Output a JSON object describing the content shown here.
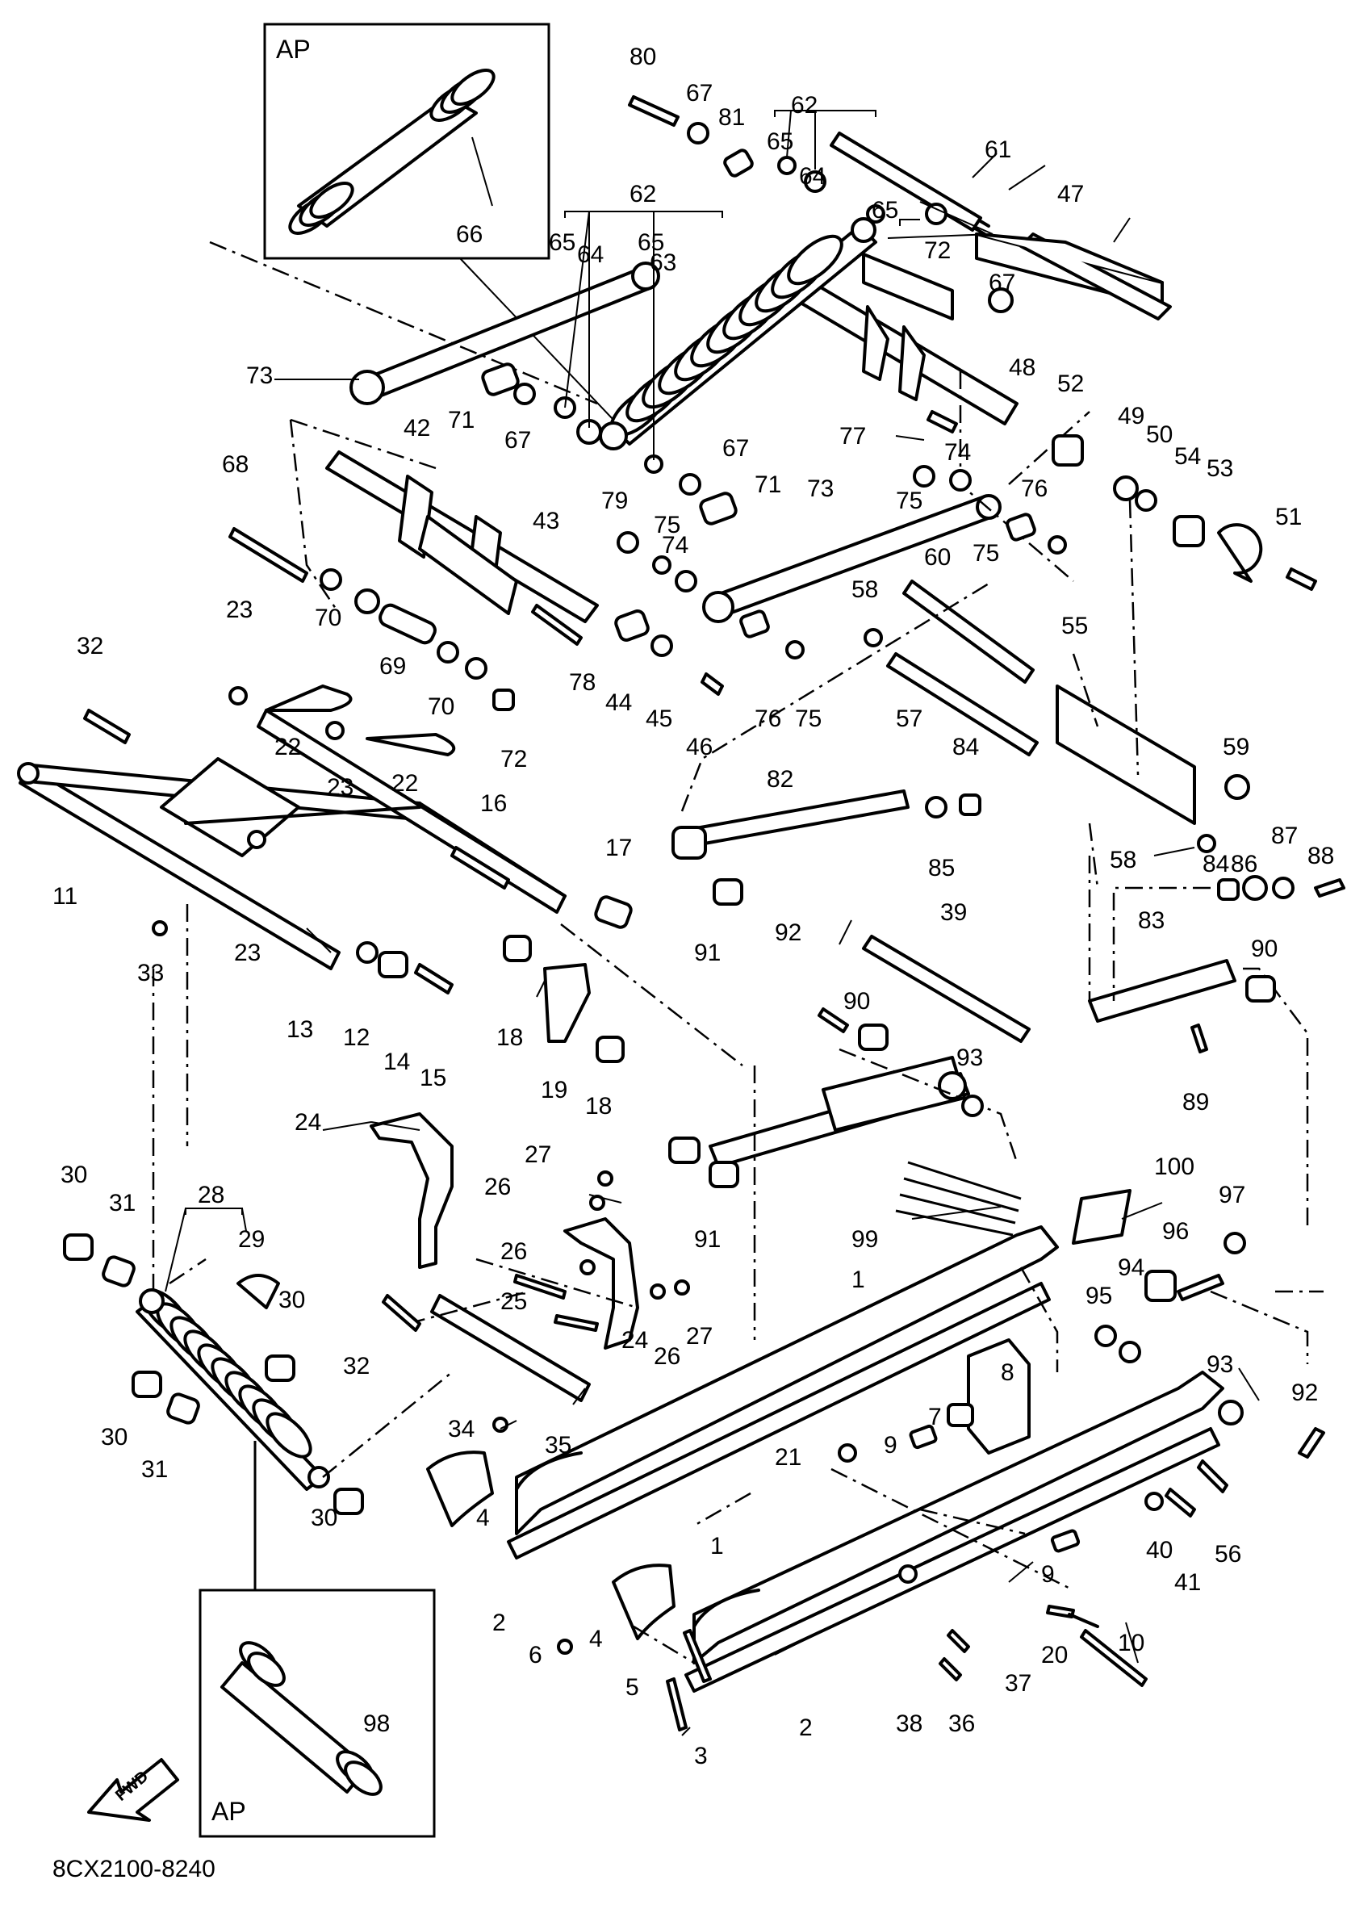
{
  "inset_label": "AP",
  "fwd_label": "FWD",
  "drawing_number": "8CX2100-8240",
  "callouts": [
    {
      "id": "1a",
      "text": "1"
    },
    {
      "id": "1b",
      "text": "1"
    },
    {
      "id": "2a",
      "text": "2"
    },
    {
      "id": "2b",
      "text": "2"
    },
    {
      "id": "3",
      "text": "3"
    },
    {
      "id": "4a",
      "text": "4"
    },
    {
      "id": "4b",
      "text": "4"
    },
    {
      "id": "5",
      "text": "5"
    },
    {
      "id": "6",
      "text": "6"
    },
    {
      "id": "7",
      "text": "7"
    },
    {
      "id": "8",
      "text": "8"
    },
    {
      "id": "9a",
      "text": "9"
    },
    {
      "id": "9b",
      "text": "9"
    },
    {
      "id": "10",
      "text": "10"
    },
    {
      "id": "11",
      "text": "11"
    },
    {
      "id": "12",
      "text": "12"
    },
    {
      "id": "13",
      "text": "13"
    },
    {
      "id": "14",
      "text": "14"
    },
    {
      "id": "15",
      "text": "15"
    },
    {
      "id": "16",
      "text": "16"
    },
    {
      "id": "17",
      "text": "17"
    },
    {
      "id": "18a",
      "text": "18"
    },
    {
      "id": "18b",
      "text": "18"
    },
    {
      "id": "19",
      "text": "19"
    },
    {
      "id": "20",
      "text": "20"
    },
    {
      "id": "21",
      "text": "21"
    },
    {
      "id": "22a",
      "text": "22"
    },
    {
      "id": "22b",
      "text": "22"
    },
    {
      "id": "23a",
      "text": "23"
    },
    {
      "id": "23b",
      "text": "23"
    },
    {
      "id": "23c",
      "text": "23"
    },
    {
      "id": "24a",
      "text": "24"
    },
    {
      "id": "24b",
      "text": "24"
    },
    {
      "id": "25",
      "text": "25"
    },
    {
      "id": "26a",
      "text": "26"
    },
    {
      "id": "26b",
      "text": "26"
    },
    {
      "id": "26c",
      "text": "26"
    },
    {
      "id": "27a",
      "text": "27"
    },
    {
      "id": "27b",
      "text": "27"
    },
    {
      "id": "28",
      "text": "28"
    },
    {
      "id": "29",
      "text": "29"
    },
    {
      "id": "30a",
      "text": "30"
    },
    {
      "id": "30b",
      "text": "30"
    },
    {
      "id": "30c",
      "text": "30"
    },
    {
      "id": "30d",
      "text": "30"
    },
    {
      "id": "31a",
      "text": "31"
    },
    {
      "id": "31b",
      "text": "31"
    },
    {
      "id": "32a",
      "text": "32"
    },
    {
      "id": "32b",
      "text": "32"
    },
    {
      "id": "33",
      "text": "33"
    },
    {
      "id": "34",
      "text": "34"
    },
    {
      "id": "35",
      "text": "35"
    },
    {
      "id": "36",
      "text": "36"
    },
    {
      "id": "37",
      "text": "37"
    },
    {
      "id": "38",
      "text": "38"
    },
    {
      "id": "39",
      "text": "39"
    },
    {
      "id": "40",
      "text": "40"
    },
    {
      "id": "41",
      "text": "41"
    },
    {
      "id": "42",
      "text": "42"
    },
    {
      "id": "43",
      "text": "43"
    },
    {
      "id": "44",
      "text": "44"
    },
    {
      "id": "45",
      "text": "45"
    },
    {
      "id": "46",
      "text": "46"
    },
    {
      "id": "47",
      "text": "47"
    },
    {
      "id": "48",
      "text": "48"
    },
    {
      "id": "49",
      "text": "49"
    },
    {
      "id": "50",
      "text": "50"
    },
    {
      "id": "51",
      "text": "51"
    },
    {
      "id": "52",
      "text": "52"
    },
    {
      "id": "53",
      "text": "53"
    },
    {
      "id": "54",
      "text": "54"
    },
    {
      "id": "55",
      "text": "55"
    },
    {
      "id": "56",
      "text": "56"
    },
    {
      "id": "57",
      "text": "57"
    },
    {
      "id": "58a",
      "text": "58"
    },
    {
      "id": "58b",
      "text": "58"
    },
    {
      "id": "59",
      "text": "59"
    },
    {
      "id": "60",
      "text": "60"
    },
    {
      "id": "61",
      "text": "61"
    },
    {
      "id": "62a",
      "text": "62"
    },
    {
      "id": "62b",
      "text": "62"
    },
    {
      "id": "63",
      "text": "63"
    },
    {
      "id": "64a",
      "text": "64"
    },
    {
      "id": "64b",
      "text": "64"
    },
    {
      "id": "65a",
      "text": "65"
    },
    {
      "id": "65b",
      "text": "65"
    },
    {
      "id": "65c",
      "text": "65"
    },
    {
      "id": "65d",
      "text": "65"
    },
    {
      "id": "66",
      "text": "66"
    },
    {
      "id": "67a",
      "text": "67"
    },
    {
      "id": "67b",
      "text": "67"
    },
    {
      "id": "67c",
      "text": "67"
    },
    {
      "id": "67d",
      "text": "67"
    },
    {
      "id": "68",
      "text": "68"
    },
    {
      "id": "69",
      "text": "69"
    },
    {
      "id": "70a",
      "text": "70"
    },
    {
      "id": "70b",
      "text": "70"
    },
    {
      "id": "71a",
      "text": "71"
    },
    {
      "id": "71b",
      "text": "71"
    },
    {
      "id": "72a",
      "text": "72"
    },
    {
      "id": "72b",
      "text": "72"
    },
    {
      "id": "73a",
      "text": "73"
    },
    {
      "id": "73b",
      "text": "73"
    },
    {
      "id": "74a",
      "text": "74"
    },
    {
      "id": "74b",
      "text": "74"
    },
    {
      "id": "75a",
      "text": "75"
    },
    {
      "id": "75b",
      "text": "75"
    },
    {
      "id": "75c",
      "text": "75"
    },
    {
      "id": "75d",
      "text": "75"
    },
    {
      "id": "76a",
      "text": "76"
    },
    {
      "id": "76b",
      "text": "76"
    },
    {
      "id": "77",
      "text": "77"
    },
    {
      "id": "78",
      "text": "78"
    },
    {
      "id": "79",
      "text": "79"
    },
    {
      "id": "80",
      "text": "80"
    },
    {
      "id": "81",
      "text": "81"
    },
    {
      "id": "82",
      "text": "82"
    },
    {
      "id": "83",
      "text": "83"
    },
    {
      "id": "84a",
      "text": "84"
    },
    {
      "id": "84b",
      "text": "84"
    },
    {
      "id": "85",
      "text": "85"
    },
    {
      "id": "86",
      "text": "86"
    },
    {
      "id": "87",
      "text": "87"
    },
    {
      "id": "88",
      "text": "88"
    },
    {
      "id": "89",
      "text": "89"
    },
    {
      "id": "90a",
      "text": "90"
    },
    {
      "id": "90b",
      "text": "90"
    },
    {
      "id": "91a",
      "text": "91"
    },
    {
      "id": "91b",
      "text": "91"
    },
    {
      "id": "92a",
      "text": "92"
    },
    {
      "id": "92b",
      "text": "92"
    },
    {
      "id": "93a",
      "text": "93"
    },
    {
      "id": "93b",
      "text": "93"
    },
    {
      "id": "94",
      "text": "94"
    },
    {
      "id": "95",
      "text": "95"
    },
    {
      "id": "96",
      "text": "96"
    },
    {
      "id": "97",
      "text": "97"
    },
    {
      "id": "98",
      "text": "98"
    },
    {
      "id": "99",
      "text": "99"
    },
    {
      "id": "100",
      "text": "100"
    }
  ]
}
